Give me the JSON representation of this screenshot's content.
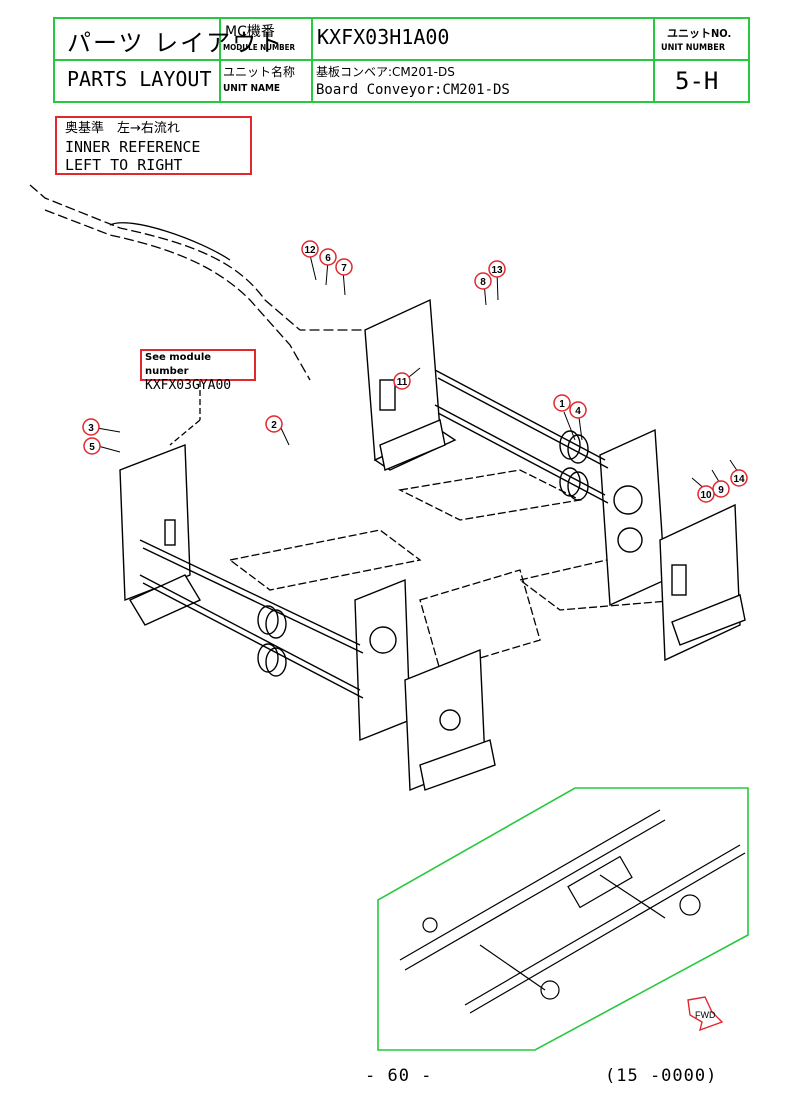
{
  "header": {
    "title_jp": "パーツ レイアウト",
    "title_en": "PARTS LAYOUT",
    "mc_label_jp": "MC機番",
    "mc_label_en": "MODULE NUMBER",
    "module_number": "KXFX03H1A00",
    "unit_no_label_jp": "ユニットNO.",
    "unit_no_label_en": "UNIT NUMBER",
    "unit_name_label_jp": "ユニット名称",
    "unit_name_label_en": "UNIT NAME",
    "unit_name_jp": "基板コンベア:CM201-DS",
    "unit_name_en": "Board Conveyor:CM201-DS",
    "unit_number": "5-H"
  },
  "note": {
    "line_jp": "奥基準　左→右流れ",
    "line1": "INNER REFERENCE",
    "line2": "LEFT TO RIGHT"
  },
  "module_ref": {
    "label": "See module number",
    "number": "KXFX03GYA00"
  },
  "callouts": [
    "1",
    "2",
    "3",
    "4",
    "5",
    "6",
    "7",
    "8",
    "9",
    "10",
    "11",
    "12",
    "13",
    "14"
  ],
  "fwd_label": "FWD",
  "footer": {
    "page": "- 60 -",
    "code": "(15 -0000)"
  },
  "colors": {
    "frame_green": "#27c93f",
    "callout_red": "#e0282e"
  }
}
